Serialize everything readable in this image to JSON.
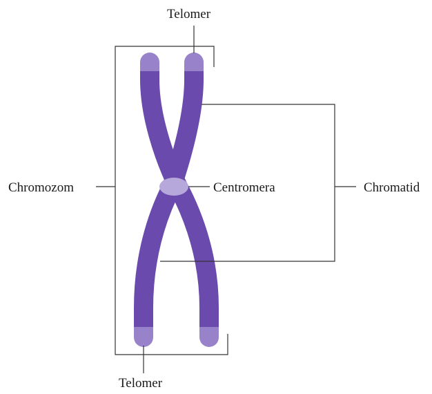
{
  "labels": {
    "telomer_top": "Telomer",
    "telomer_bottom": "Telomer",
    "chromosome": "Chromozom",
    "centromere": "Centromera",
    "chromatid": "Chromatid"
  },
  "colors": {
    "chromatid_body": "#6a4aac",
    "telomere_cap": "#9882c9",
    "centromere": "#b7a8dc",
    "line": "#333333"
  }
}
